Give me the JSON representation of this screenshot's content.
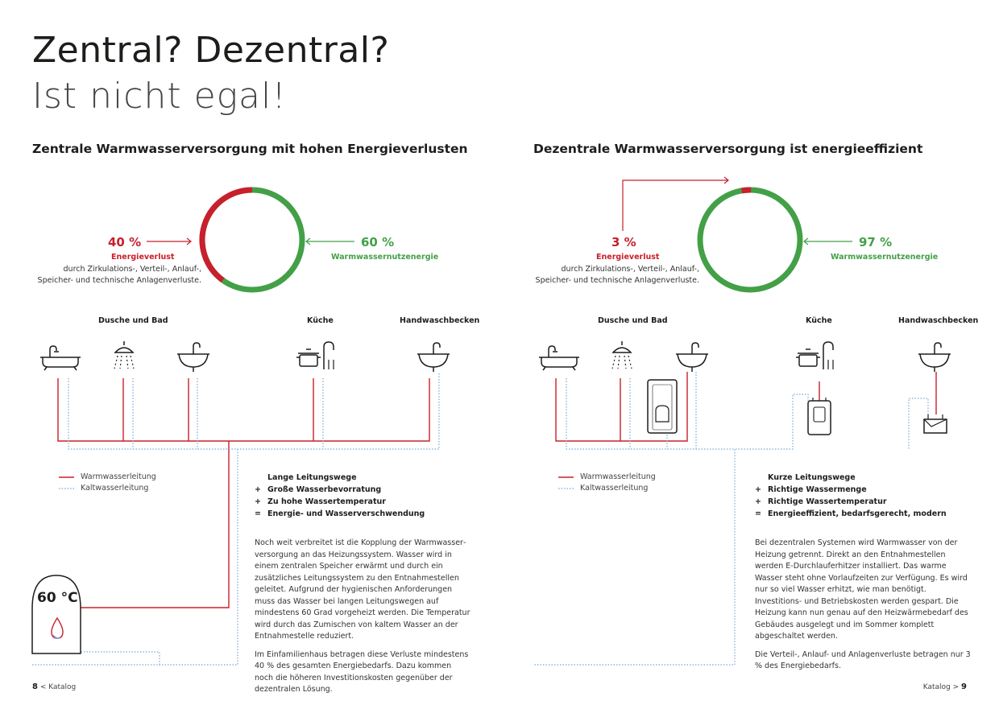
{
  "title": {
    "line1": "Zentral? Dezentral?",
    "line2": "Ist nicht egal!"
  },
  "left": {
    "heading": "Zentrale Warmwasserversorgung mit hohen Energieverlusten",
    "loss_pct": "40 %",
    "loss_label": "Energieverlust",
    "loss_desc": [
      "durch Zirkulations-, Verteil-, Anlauf-,",
      "Speicher- und technische Anlagenverluste."
    ],
    "use_pct": "60 %",
    "use_label": "Warmwassernutzenergie",
    "fixtures": [
      "Dusche und Bad",
      "Küche",
      "Handwaschbecken"
    ],
    "legend": [
      "Warmwasserleitung",
      "Kaltwasserleitung"
    ],
    "list": [
      {
        "sym": "",
        "text": "Lange Leitungswege"
      },
      {
        "sym": "+",
        "text": "Große Wasserbevorratung"
      },
      {
        "sym": "+",
        "text": "Zu hohe Wassertemperatur"
      },
      {
        "sym": "=",
        "text": "Energie- und Wasserverschwendung"
      }
    ],
    "paragraphs": [
      "Noch weit verbreitet ist die Kopplung der Warmwasser­versorgung an das Heizungssystem. Wasser wird in einem zentralen Speicher erwärmt und durch ein zusätzliches Leitungssystem zu den Entnahmestellen geleitet. Aufgrund der hygienischen Anforderungen muss das Wasser bei langen Leitungswegen auf mindestens 60 Grad vorgeheizt werden. Die Temperatur wird durch das Zumischen von kaltem Wasser an der Entnahmestelle reduziert.",
      "Im Einfamilienhaus betragen diese Verluste mindestens 40 % des gesamten Energiebedarfs. Dazu kommen noch die hö­heren Investitionskosten gegenüber der dezentralen Lösung."
    ],
    "tank_temp": "60 °C",
    "page_num": "8",
    "page_label": "< Katalog"
  },
  "right": {
    "heading": "Dezentrale Warmwasserversorgung ist energieeffizient",
    "loss_pct": "3 %",
    "loss_label": "Energieverlust",
    "loss_desc": [
      "durch Zirkulations-, Verteil-, Anlauf-,",
      "Speicher- und technische Anlagenverluste."
    ],
    "use_pct": "97 %",
    "use_label": "Warmwassernutzenergie",
    "fixtures": [
      "Dusche und Bad",
      "Küche",
      "Handwaschbecken"
    ],
    "legend": [
      "Warmwasserleitung",
      "Kaltwasserleitung"
    ],
    "list": [
      {
        "sym": "",
        "text": "Kurze Leitungswege"
      },
      {
        "sym": "+",
        "text": "Richtige Wassermenge"
      },
      {
        "sym": "+",
        "text": "Richtige Wassertemperatur"
      },
      {
        "sym": "=",
        "text": "Energieeffizient, bedarfsgerecht, modern"
      }
    ],
    "paragraphs": [
      "Bei dezentralen Systemen wird Warmwasser von der Heizung getrennt. Direkt an den Entnahmestellen werden E-Durchlauferhitzer installiert. Das warme Wasser steht ohne Vorlaufzeiten zur Verfügung. Es wird nur so viel Wasser erhitzt, wie man benötigt. Investitions- und Betriebskosten werden gespart. Die Heizung kann nun genau auf den Heizwärmebedarf des Gebäudes ausgelegt und im Sommer komplett abgeschaltet werden.",
      "Die Verteil-, Anlauf- und Anlagenverluste betragen nur 3 % des Energiebedarfs."
    ],
    "page_label": "Katalog >",
    "page_num": "9"
  },
  "chart_data": [
    {
      "type": "pie",
      "categories": [
        "Energieverlust",
        "Warmwassernutzenergie"
      ],
      "values": [
        40,
        60
      ],
      "colors": [
        "#c8202c",
        "#43a047"
      ]
    },
    {
      "type": "pie",
      "categories": [
        "Energieverlust",
        "Warmwassernutzenergie"
      ],
      "values": [
        3,
        97
      ],
      "colors": [
        "#c8202c",
        "#43a047"
      ]
    }
  ],
  "colors": {
    "hot": "#c8202c",
    "cold": "#7aa7d8",
    "use": "#43a047",
    "text": "#1d1d1b"
  },
  "icons": [
    "bathtub-icon",
    "shower-icon",
    "washbasin-icon",
    "cooking-pot-icon",
    "faucet-icon",
    "water-heater-icon",
    "water-drop-icon"
  ]
}
